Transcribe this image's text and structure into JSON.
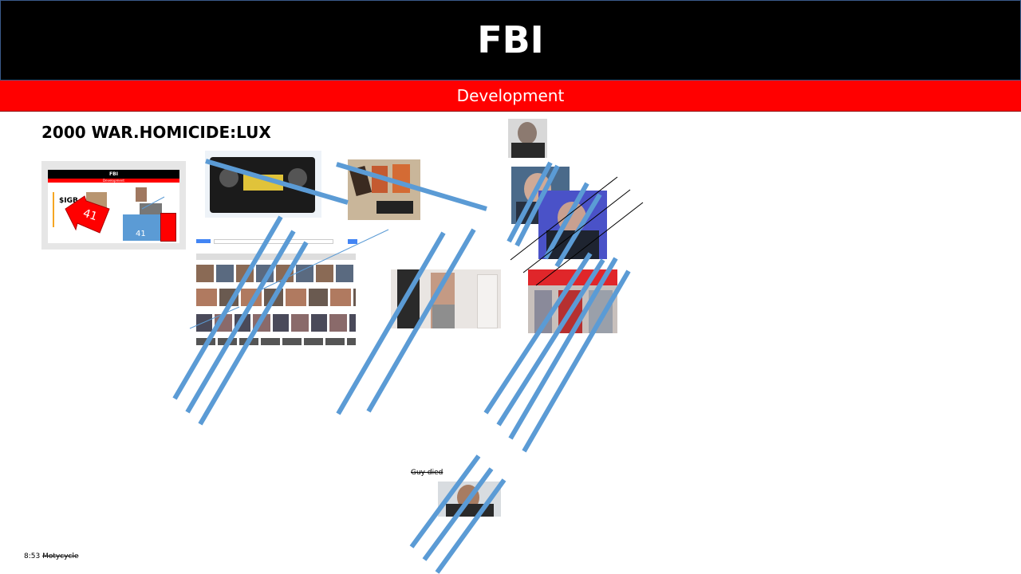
{
  "header": {
    "title": "FBI"
  },
  "subheader": {
    "title": "Development"
  },
  "heading": "2000 WAR.HOMICIDE:LUX",
  "thumbnail": {
    "title": "FBI",
    "subtitle": "Development",
    "big_label": "$IGB",
    "badge_number": "41",
    "box_number": "41"
  },
  "captions": {
    "guy_died": "Guy died",
    "time": "8:53",
    "motorcycle": "Motycycle"
  },
  "colors": {
    "header_bg": "#000000",
    "subheader_bg": "#ff0000",
    "strike_blue": "#5b9bd5",
    "arrow_red": "#ff0000"
  }
}
